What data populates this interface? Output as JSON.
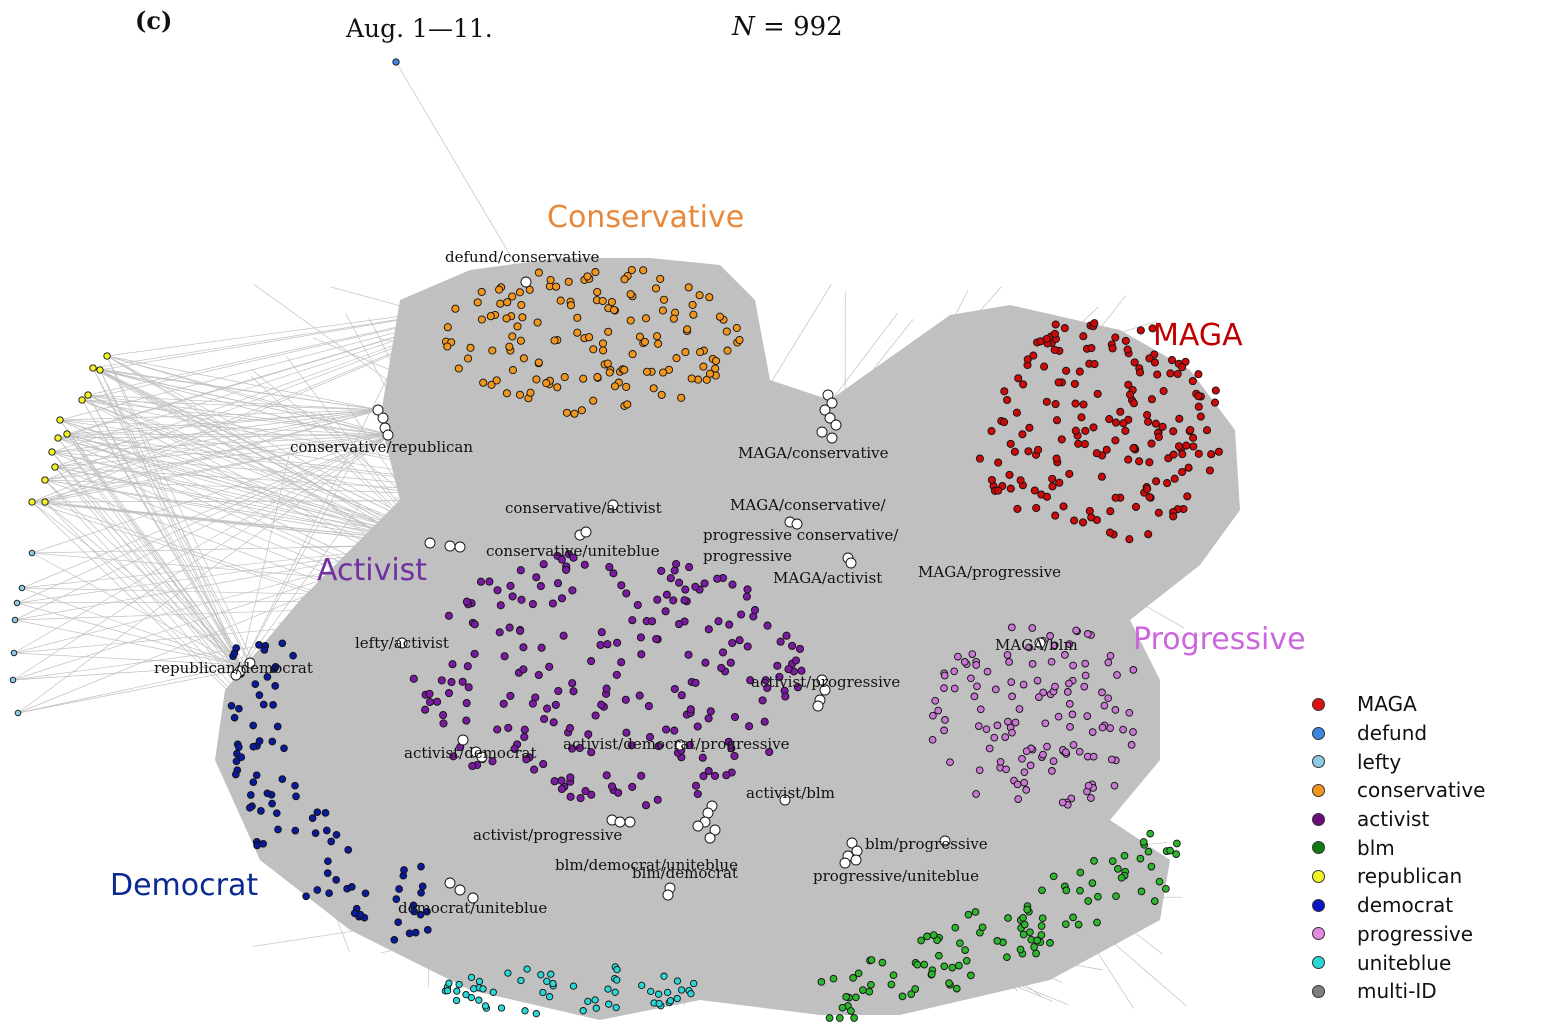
{
  "header": {
    "panel": "(c)",
    "date_range": "Aug. 1—11.",
    "n_symbol": "N",
    "n_value": "= 992"
  },
  "groups": [
    {
      "key": "MAGA",
      "label": "MAGA",
      "color": "#c00000"
    },
    {
      "key": "conservative",
      "label": "Conservative",
      "color": "#e8883a"
    },
    {
      "key": "activist",
      "label": "Activist",
      "color": "#7030a0"
    },
    {
      "key": "progressive",
      "label": "Progressive",
      "color": "#cc66dd"
    },
    {
      "key": "democrat",
      "label": "Democrat",
      "color": "#0b2a8f"
    }
  ],
  "node_labels": [
    "defund/conservative",
    "conservative/republican",
    "MAGA/conservative",
    "conservative/activist",
    "MAGA/conservative/",
    "progressive conservative/",
    "progressive",
    "conservative/uniteblue",
    "MAGA/activist",
    "MAGA/progressive",
    "lefty/activist",
    "republican/democrat",
    "MAGA/blm",
    "activist/progressive",
    "activist/democrat",
    "activist/democrat/progressive",
    "activist/blm",
    "activist/progressive",
    "blm/progressive",
    "blm/democrat/uniteblue",
    "blm/democrat",
    "progressive/uniteblue",
    "democrat/uniteblue"
  ],
  "legend": [
    {
      "label": "MAGA",
      "color": "#dd1111"
    },
    {
      "label": "defund",
      "color": "#3a86e0"
    },
    {
      "label": "lefty",
      "color": "#8ecae6"
    },
    {
      "label": "conservative",
      "color": "#f0961e"
    },
    {
      "label": "activist",
      "color": "#6a0d7a"
    },
    {
      "label": "blm",
      "color": "#127a12"
    },
    {
      "label": "republican",
      "color": "#f2f224"
    },
    {
      "label": "democrat",
      "color": "#0a14c8"
    },
    {
      "label": "progressive",
      "color": "#e38be3"
    },
    {
      "label": "uniteblue",
      "color": "#2ad6d6"
    },
    {
      "label": "multi-ID",
      "color": "#7f7f7f"
    }
  ],
  "colors": {
    "edge": "#c0c0c0",
    "maga_node": "#cc0a0a",
    "conservative_node": "#f0961e",
    "activist_node": "#7a1aa0",
    "progressive_node": "#c878d2",
    "democrat_node": "#0a1a9a",
    "blm_node": "#2db52d",
    "uniteblue_node": "#2ad6d6",
    "republican_node": "#f2f224",
    "lefty_node": "#8ecae6",
    "defund_node": "#3a86e0",
    "multi_node": "#ffffff"
  }
}
